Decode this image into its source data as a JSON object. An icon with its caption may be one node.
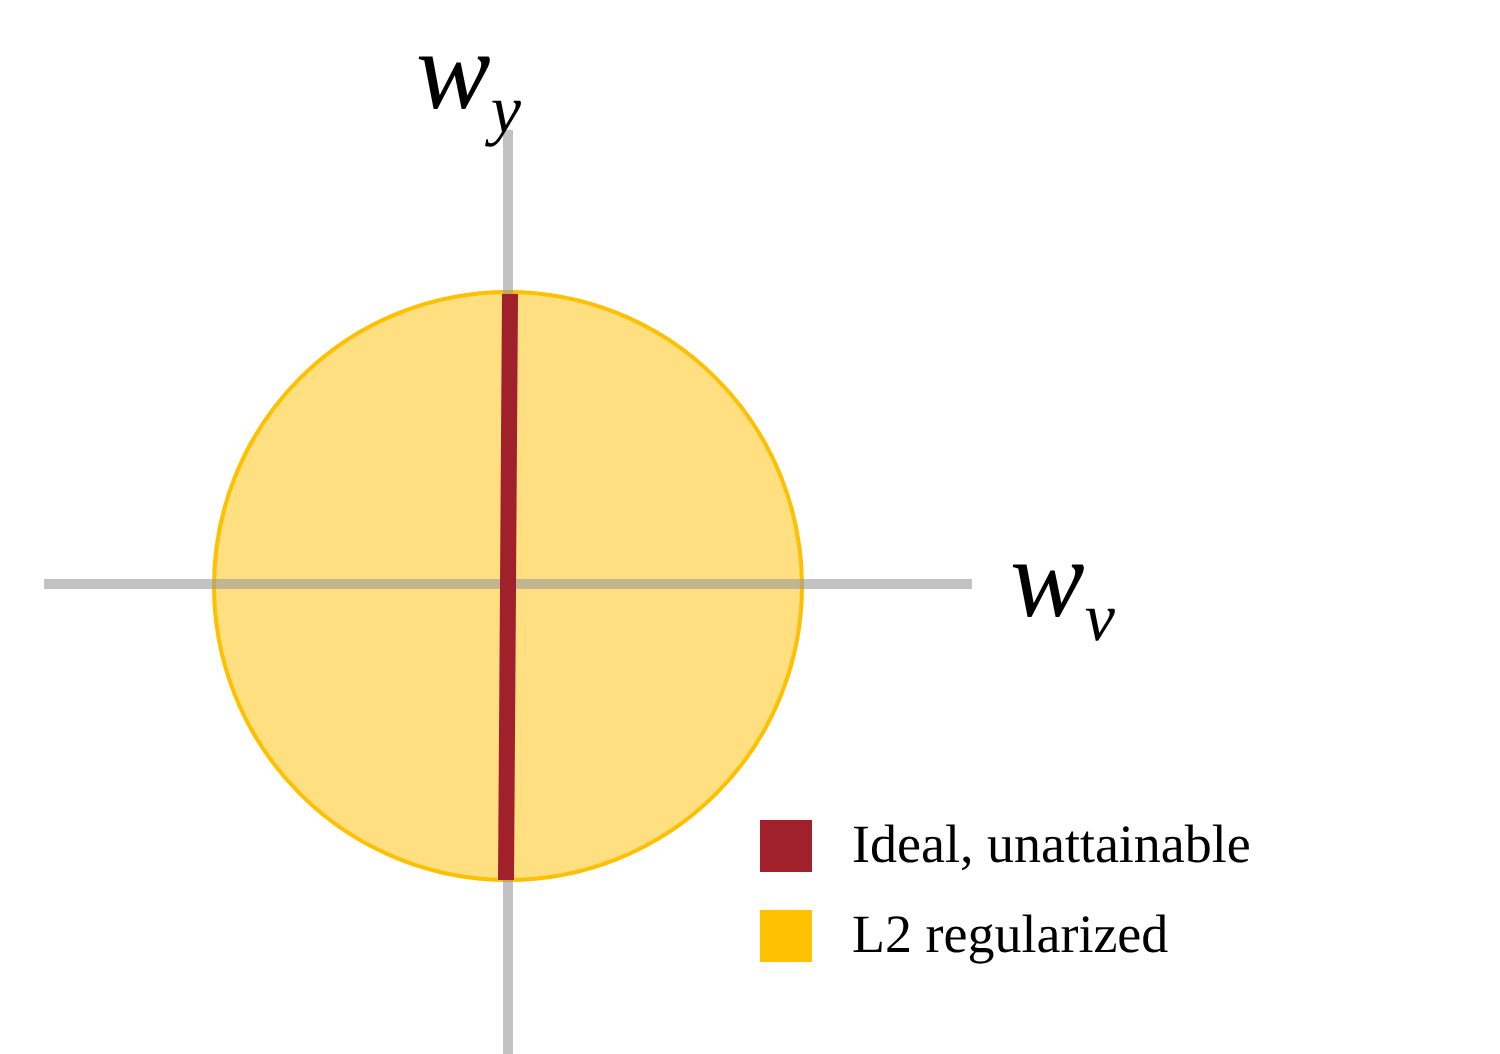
{
  "diagram": {
    "labels": [
      "w$_{y}$",
      "w$_{v}$"
    ],
    "legend": [
      {
        "text": "Ideal, unattainable",
        "color": "#a0202c"
      },
      {
        "text": "L2 regularized",
        "color": "#ffc000"
      }
    ]
  }
}
